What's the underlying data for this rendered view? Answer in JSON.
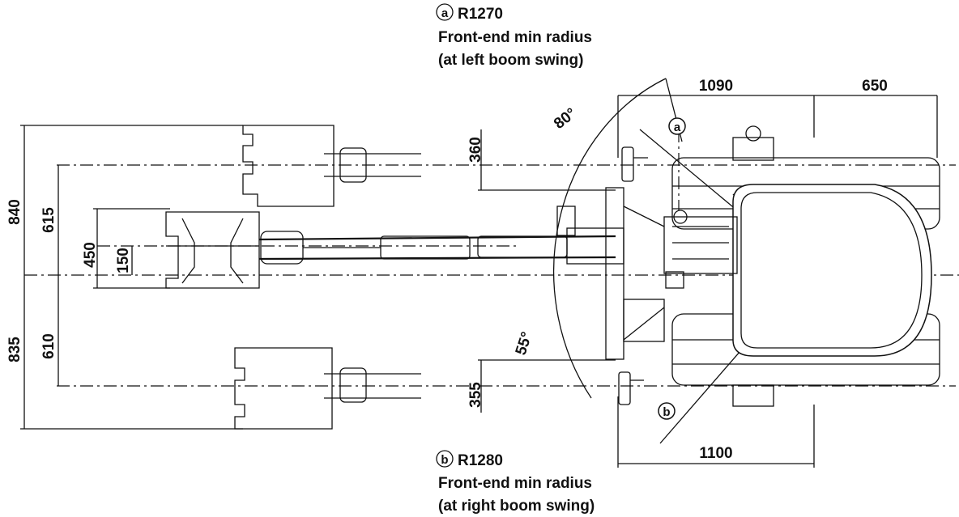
{
  "callout_a": {
    "marker": "a",
    "radius": "R1270",
    "line1": "Front-end min radius",
    "line2": "(at left boom swing)"
  },
  "callout_b": {
    "marker": "b",
    "radius": "R1280",
    "line1": "Front-end min radius",
    "line2": "(at right boom swing)"
  },
  "dimensions": {
    "top_left_length": "1090",
    "top_right_length": "650",
    "bottom_length": "1100",
    "left_swing_offset": "360",
    "right_swing_offset": "355",
    "outer_left_total": "840",
    "outer_right_total": "835",
    "inner_left": "615",
    "inner_right": "610",
    "bucket_width": "450",
    "bucket_center": "150",
    "swing_angle_left": "80°",
    "swing_angle_right": "55°"
  }
}
